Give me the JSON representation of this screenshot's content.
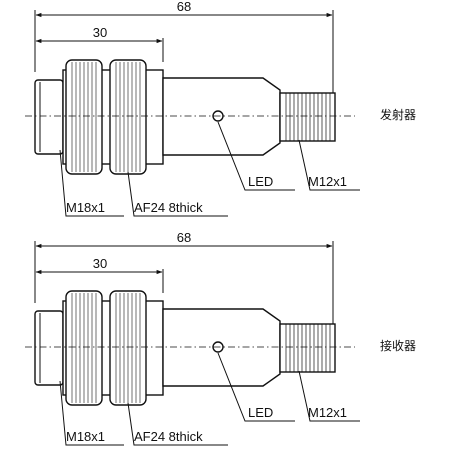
{
  "sensors": [
    {
      "role": "发射器",
      "overall_length": "68",
      "thread_length": "30",
      "led_label": "LED",
      "connector_label": "M12x1",
      "body_thread_label": "M18x1",
      "nut_label": "AF24 8thick"
    },
    {
      "role": "接收器",
      "overall_length": "68",
      "thread_length": "30",
      "led_label": "LED",
      "connector_label": "M12x1",
      "body_thread_label": "M18x1",
      "nut_label": "AF24 8thick"
    }
  ]
}
